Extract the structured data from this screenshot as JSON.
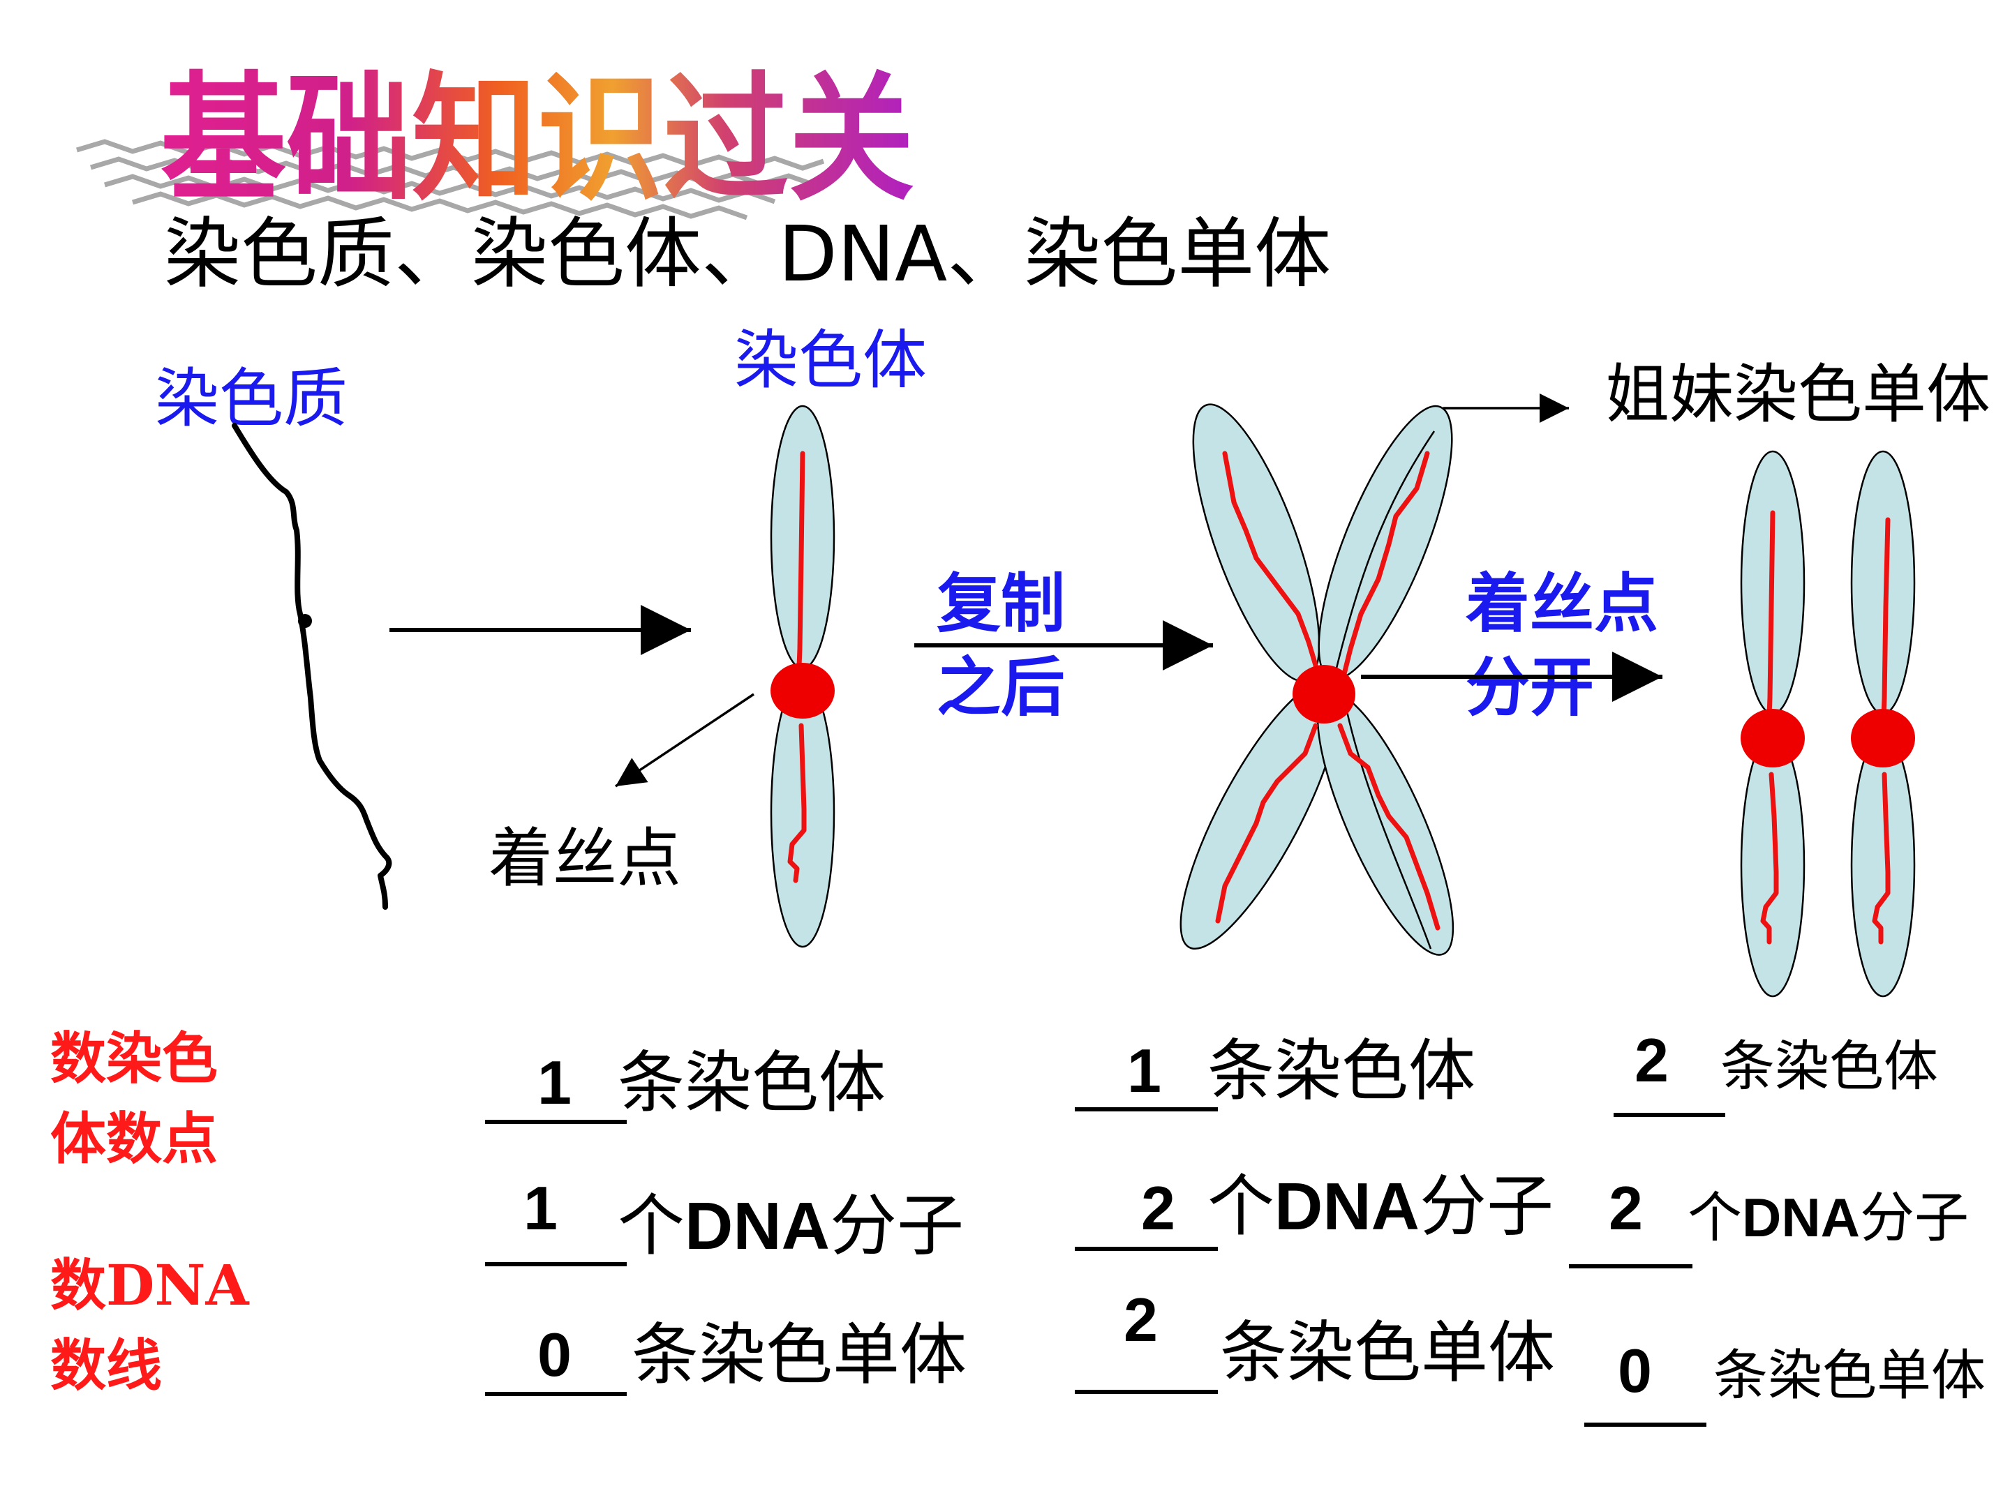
{
  "title": "基础知识过关",
  "subtitle": "染色质、染色体、DNA、染色单体",
  "labels": {
    "chromatin": "染色质",
    "chromosome": "染色体",
    "centromere": "着丝点",
    "replicate_line1": "复制",
    "replicate_line2": "之后",
    "split_line1": "着丝点",
    "split_line2": "分开",
    "sister_chromatids": "姐妹染色单体"
  },
  "side_labels": {
    "chromosome_count_1": "数染色",
    "chromosome_count_2": "体数点",
    "dna_count_1": "数DNA",
    "dna_count_2": "数线"
  },
  "counts": {
    "col1": {
      "chromosomes": "1",
      "chromosomes_unit": "条染色体",
      "dna": "1",
      "dna_unit_pre": "个",
      "dna_unit_mid": "DNA",
      "dna_unit_post": "分子",
      "chromatids": "0",
      "chromatids_unit": "条染色单体"
    },
    "col2": {
      "chromosomes": "1",
      "chromosomes_unit": "条染色体",
      "dna": "2",
      "dna_unit_pre": "个",
      "dna_unit_mid": "DNA",
      "dna_unit_post": "分子",
      "chromatids": "2",
      "chromatids_unit": "条染色单体"
    },
    "col3": {
      "chromosomes": "2",
      "chromosomes_unit": "条染色体",
      "dna": "2",
      "dna_unit_pre": "个",
      "dna_unit_mid": "DNA",
      "dna_unit_post": "分子",
      "chromatids": "0",
      "chromatids_unit": "条染色单体"
    }
  },
  "colors": {
    "arm_fill": "#c3e3e6",
    "strand": "#ee1111",
    "centromere": "#ee0000",
    "label_blue": "#1a1aee",
    "label_red": "#ff1a1a"
  }
}
